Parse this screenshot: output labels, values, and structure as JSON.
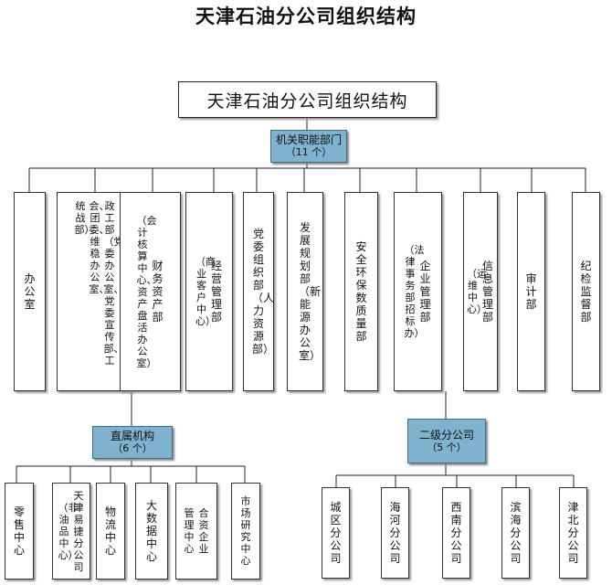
{
  "page_title": "天津石油分公司组织结构",
  "root": {
    "label": "天津石油分公司组织结构"
  },
  "groups": {
    "functional": {
      "name": "机关职能部门",
      "count": "（11 个）"
    },
    "direct": {
      "name": "直属机构",
      "count": "（6 个）"
    },
    "branches": {
      "name": "二级分公司",
      "count": "（5 个）"
    }
  },
  "functional_depts": [
    {
      "lines": [
        "办公室"
      ]
    },
    {
      "lines": [
        "政工部（党委办公室、党委宣传部、工",
        "会、团委、维稳办公室、",
        "统战部）"
      ]
    },
    {
      "lines": [
        "财务资产部",
        "（会计核算中心、资产盘活办公室）"
      ]
    },
    {
      "lines": [
        "经营管理部",
        "（商业客户中心）"
      ]
    },
    {
      "lines": [
        "党委组织部（人力资源部）"
      ]
    },
    {
      "lines": [
        "发展规划部（新能源办公室）"
      ]
    },
    {
      "lines": [
        "安全环保数质量部"
      ]
    },
    {
      "lines": [
        "企业管理部",
        "（法律事务部 招标办）"
      ]
    },
    {
      "lines": [
        "信息管理部",
        "（运维中心）"
      ]
    },
    {
      "lines": [
        "审计部"
      ]
    },
    {
      "lines": [
        "纪检监督部"
      ]
    }
  ],
  "direct_units": [
    {
      "lines": [
        "零售中心"
      ]
    },
    {
      "lines": [
        "天津易捷分公司",
        "（非油品中心）"
      ]
    },
    {
      "lines": [
        "物流中心"
      ]
    },
    {
      "lines": [
        "大数据中心"
      ]
    },
    {
      "lines": [
        "合资企业",
        "管理中心"
      ]
    },
    {
      "lines": [
        "市场研究中心"
      ]
    }
  ],
  "branch_units": [
    {
      "lines": [
        "城区分公司"
      ]
    },
    {
      "lines": [
        "海河分公司"
      ]
    },
    {
      "lines": [
        "西南分公司"
      ]
    },
    {
      "lines": [
        "滨海分公司"
      ]
    },
    {
      "lines": [
        "津北分公司"
      ]
    }
  ]
}
